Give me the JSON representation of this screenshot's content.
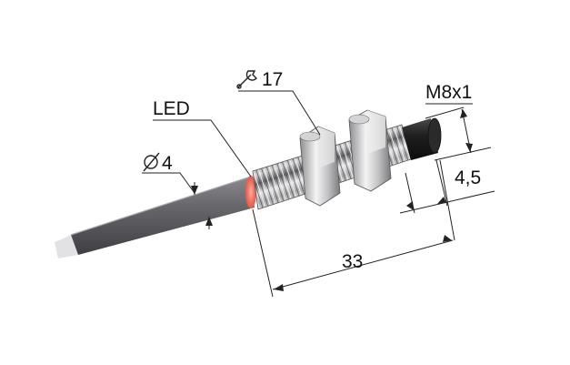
{
  "labels": {
    "led": "LED",
    "cable_diameter": "4",
    "wrench_size": "17",
    "thread": "M8x1",
    "tip_length": "4,5",
    "total_length": "33"
  },
  "icons": {
    "diameter": "diameter-symbol-icon",
    "wrench": "wrench-icon"
  },
  "colors": {
    "cable": "#5f5f63",
    "metal": "#b9b9bb",
    "led": "#f2725f",
    "tip": "#1c1c1c",
    "dimension_line": "#222222"
  }
}
